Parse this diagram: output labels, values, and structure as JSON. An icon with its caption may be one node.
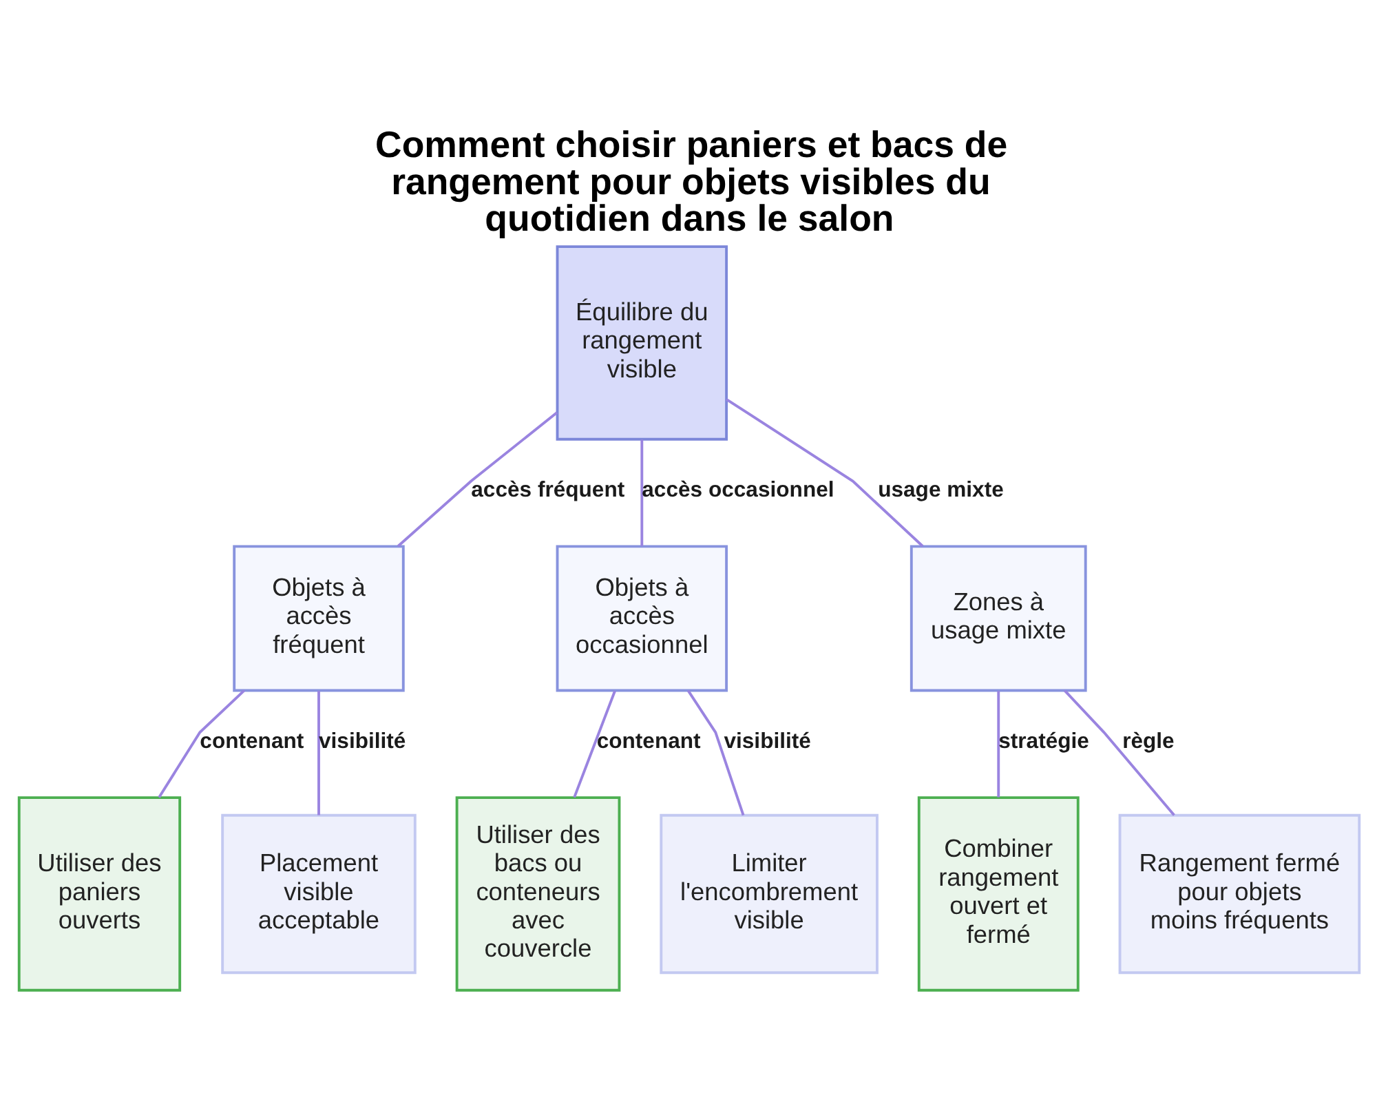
{
  "diagram": {
    "title": "Comment choisir paniers et bacs de rangement pour objets visibles du quotidien dans le salon",
    "nodes": [
      {
        "text": [
          "Équilibre du rangement visible"
        ]
      },
      {
        "text": [
          "Objets à accès fréquent"
        ]
      },
      {
        "text": [
          "Objets à accès occasionnel"
        ]
      },
      {
        "text": [
          "Zones à usage mixte"
        ]
      },
      {
        "text": [
          "Utiliser des paniers ouverts"
        ]
      },
      {
        "text": [
          "Placement visible acceptable"
        ]
      },
      {
        "text": [
          "Utiliser des bacs ou conteneurs avec couvercle"
        ]
      },
      {
        "text": [
          "Limiter l'encombrement visible"
        ]
      },
      {
        "text": [
          "Combiner rangement ouvert et fermé"
        ]
      },
      {
        "text": [
          "Rangement fermé pour objets moins fréquents"
        ]
      }
    ],
    "edges": [
      {
        "from": 0,
        "to": 1,
        "arrow": "none",
        "label": "accès fréquent"
      },
      {
        "from": 0,
        "to": 2,
        "arrow": "none",
        "label": "accès occasionnel"
      },
      {
        "from": 0,
        "to": 3,
        "arrow": "none",
        "label": "usage mixte"
      },
      {
        "from": 1,
        "to": 4,
        "arrow": "none",
        "label": "contenant"
      },
      {
        "from": 1,
        "to": 5,
        "arrow": "none",
        "label": "visibilité"
      },
      {
        "from": 2,
        "to": 6,
        "arrow": "none",
        "label": "contenant"
      },
      {
        "from": 2,
        "to": 7,
        "arrow": "none",
        "label": "visibilité"
      },
      {
        "from": 3,
        "to": 8,
        "arrow": "none",
        "label": "stratégie"
      },
      {
        "from": 3,
        "to": 9,
        "arrow": "none",
        "label": "règle"
      }
    ]
  }
}
